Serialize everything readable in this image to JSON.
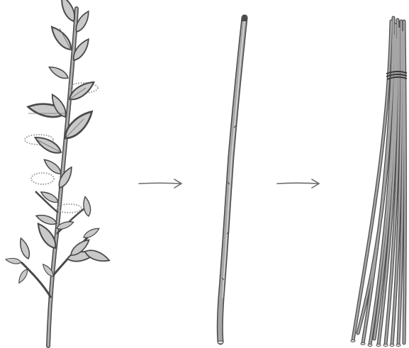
{
  "illustration": {
    "stages": [
      {
        "name": "leafy-willow-branch",
        "icon": "willow-branch-icon"
      },
      {
        "name": "stripped-single-rod",
        "icon": "rod-icon"
      },
      {
        "name": "tied-bundle-of-rods",
        "icon": "bundle-icon"
      }
    ],
    "connectors": [
      "arrow-right-icon",
      "arrow-right-icon"
    ],
    "colors": {
      "ink": "#4a4a4a",
      "leaf_fill": "#c9c9c9",
      "leaf_shadow": "#8f8f8f",
      "stem_fill": "#9a9a9a",
      "rod_fill": "#a6a6a6",
      "catkin": "#9a9a9a",
      "arrow": "#6b6b6b",
      "background": "#ffffff"
    }
  }
}
